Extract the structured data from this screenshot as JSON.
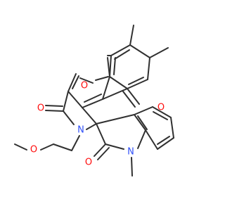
{
  "molecule": {
    "atom_labels": {
      "o_ring": "O",
      "o_ketone": "O",
      "o_lactam_upper": "O",
      "o_ether": "O",
      "o_lactam_lower": "O",
      "n_pyrrolidinone": "N",
      "n_indoline": "N"
    },
    "colors": {
      "oxygen": "#ff0d0d",
      "nitrogen": "#3050f8",
      "bond": "#303030",
      "background": "#ffffff"
    }
  }
}
